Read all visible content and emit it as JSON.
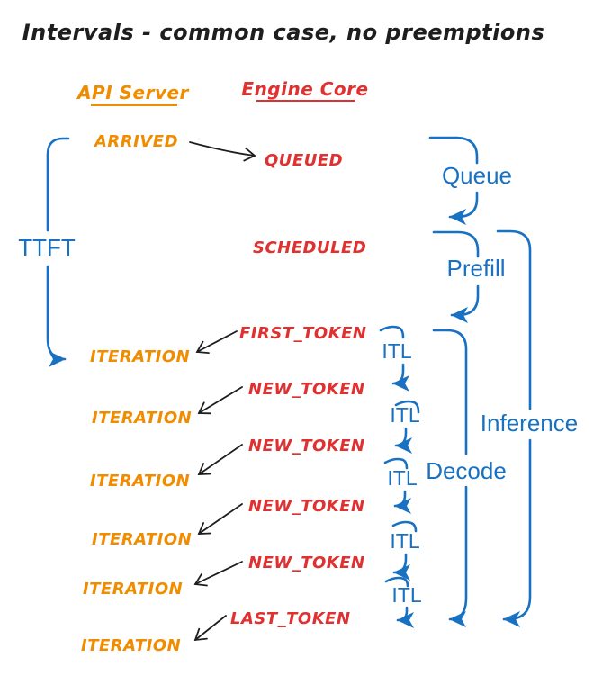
{
  "title": "Intervals - common case, no preemptions",
  "colors": {
    "api_orange": "#f08c00",
    "engine_red": "#e03131",
    "interval_blue": "#1971c2",
    "arrow_black": "#1e1e1e",
    "background": "#ffffff"
  },
  "columns": {
    "api_server": "API Server",
    "engine_core": "Engine Core"
  },
  "api_events": {
    "arrived": "ARRIVED",
    "iterations": [
      "ITERATION",
      "ITERATION",
      "ITERATION",
      "ITERATION",
      "ITERATION",
      "ITERATION"
    ]
  },
  "engine_events": {
    "queued": "QUEUED",
    "scheduled": "SCHEDULED",
    "first_token": "FIRST_TOKEN",
    "new_tokens": [
      "NEW_TOKEN",
      "NEW_TOKEN",
      "NEW_TOKEN",
      "NEW_TOKEN"
    ],
    "last_token": "LAST_TOKEN"
  },
  "intervals": {
    "ttft": "TTFT",
    "queue": "Queue",
    "prefill": "Prefill",
    "decode": "Decode",
    "inference": "Inference",
    "itl_labels": [
      "ITL",
      "ITL",
      "ITL",
      "ITL",
      "ITL"
    ]
  }
}
